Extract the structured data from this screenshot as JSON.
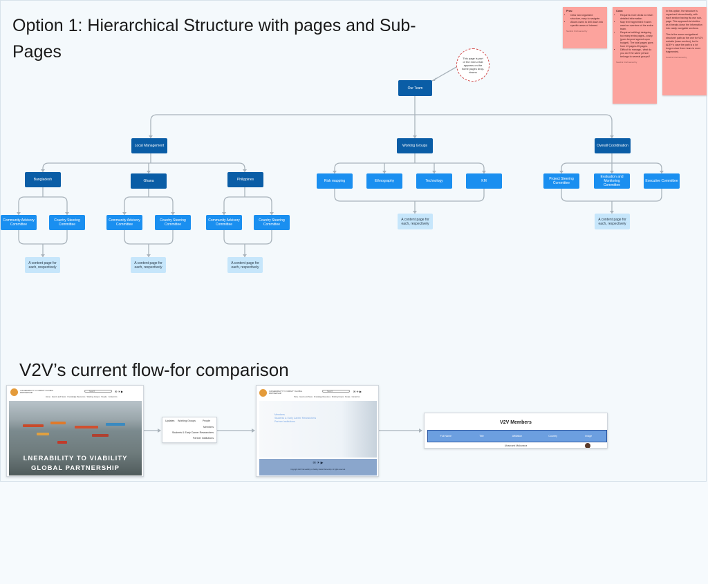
{
  "title": "Option 1: Hierarchical Structure with pages and Sub-Pages",
  "comparison_title": "V2V’s current flow-for comparison",
  "circle_note": "This page is part of the menu that appears on the home pages drop-downs",
  "nodes": {
    "root": "Our Team",
    "local": "Local Management",
    "working": "Working Groups",
    "overall": "Overall Coordination",
    "bangladesh": "Bangladesh",
    "ghana": "Ghana",
    "philippines": "Philippines",
    "cac": "Community Advisory Committee",
    "csc": "Country Steering Committee",
    "risk": "Risk mapping",
    "ethno": "Ethnography",
    "tech": "Technology",
    "km": "KM",
    "psc": "Project Steering Committee",
    "emc": "Evaluation and Monitoring Committee",
    "exec": "Executive Committee",
    "content": "A content page for each, respectively"
  },
  "stickies": {
    "pros": {
      "title": "Pros:",
      "items": [
        "Clear and organized structure, easy to navigate.",
        "Allows users to drill down into specific areas of interest."
      ],
      "author": "Nandini Krishnamurthy"
    },
    "cons": {
      "title": "Cons:",
      "items": [
        "Requires more clicks to reach detailed information.",
        "May feel fragmented if users want an overview of the entire team.",
        "Requires building/ designing too many extra pages– costly (goes beyond agreed upon budget). The total pages goes from 13 pages-25 pages.",
        "Difficult to manage– what do you do if the same person belongs to several groups?"
      ],
      "author": "Nandini Krishnamurthy"
    },
    "note": {
      "p1": "In this option, the structure is organized hierarchically, with each section having its own sub-page. This approach is intuitive as it breaks down the information into easily navigable sections.",
      "p2": "This is the same navigational structure/ path as the one for V2V website (team section), but in ADE+’s case the path is a lot longer since there team is more fragmented.",
      "author": "Nandini Krishnamurthy"
    }
  },
  "flow": {
    "logo_text": "VULNERABILITY TO VIABILITY GLOBAL PARTNERSHIP",
    "search": "Search",
    "nav": [
      "Home",
      "Events and News",
      "Knowledge Resources",
      "Working Groups",
      "People",
      "Contact Us"
    ],
    "banner1": "LNERABILITY TO VIABILITY",
    "banner2": "GLOBAL PARTNERSHIP",
    "menu_tabs": [
      "Updates",
      "Working Groups",
      "People"
    ],
    "menu_items": [
      "Members",
      "Students & Early Career Researchers",
      "Partner Institutions"
    ],
    "footer": "Copyright 2023 Vulnerability to Viability Global Partnership. All rights reserved.",
    "members_title": "V2V Members",
    "columns": [
      "Full Name",
      "Title",
      "Affiliation",
      "Country",
      "Image"
    ],
    "row_name": "Ubaurami Makurana"
  }
}
